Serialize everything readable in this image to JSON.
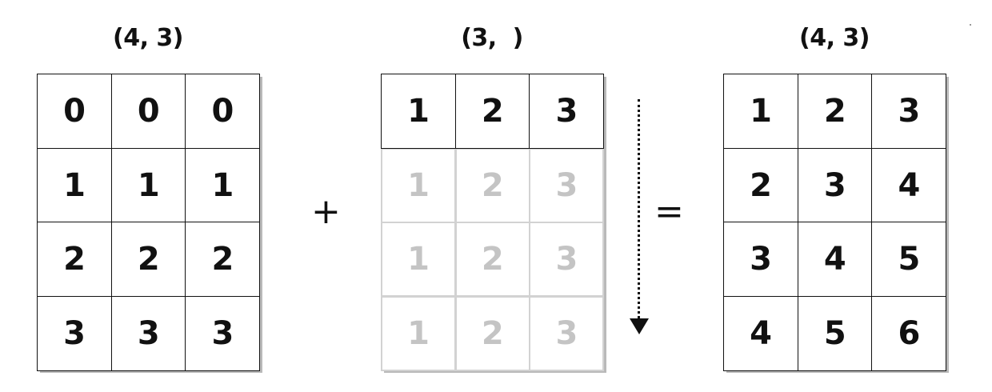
{
  "left_matrix": {
    "shape_label": "(4, 3)",
    "rows": [
      [
        "0",
        "0",
        "0"
      ],
      [
        "1",
        "1",
        "1"
      ],
      [
        "2",
        "2",
        "2"
      ],
      [
        "3",
        "3",
        "3"
      ]
    ]
  },
  "middle_matrix": {
    "shape_label": "(3,  )",
    "original_row": [
      "1",
      "2",
      "3"
    ],
    "broadcast_rows": [
      [
        "1",
        "2",
        "3"
      ],
      [
        "1",
        "2",
        "3"
      ],
      [
        "1",
        "2",
        "3"
      ]
    ]
  },
  "right_matrix": {
    "shape_label": "(4, 3)",
    "rows": [
      [
        "1",
        "2",
        "3"
      ],
      [
        "2",
        "3",
        "4"
      ],
      [
        "3",
        "4",
        "5"
      ],
      [
        "4",
        "5",
        "6"
      ]
    ]
  },
  "operators": {
    "plus": "+",
    "equals": "="
  },
  "colors": {
    "ink": "#111111",
    "ghost_text": "#c4c4c4",
    "ghost_border": "#d2d2d2",
    "shadow": "#b9b9b9"
  },
  "icons": {
    "broadcast_arrow": "dotted-down-arrow-icon"
  }
}
